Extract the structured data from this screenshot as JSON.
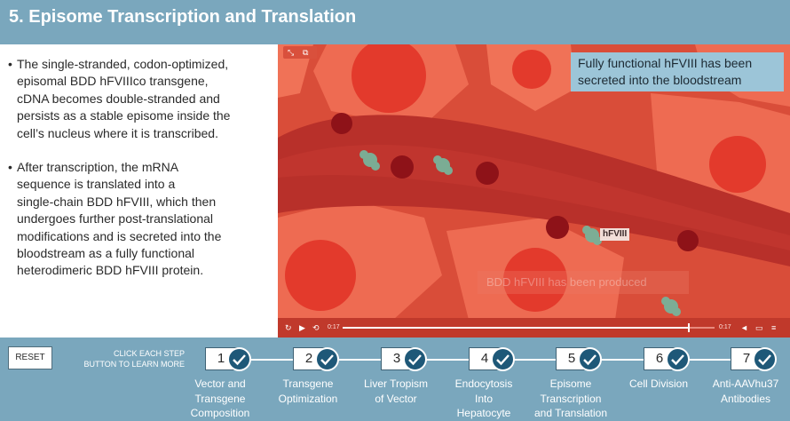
{
  "header": {
    "title": "5. Episome Transcription and Translation"
  },
  "content": {
    "bullets": [
      {
        "marker": "•",
        "lines": [
          "The single-stranded, codon-optimized,",
          "episomal BDD hFVIIIco transgene,",
          "cDNA becomes double-stranded and",
          "persists as a stable episome inside the",
          "cell’s nucleus where it is transcribed."
        ]
      },
      {
        "marker": "•",
        "lines": [
          "After transcription, the mRNA",
          "sequence is translated into a",
          "single-chain BDD hFVIII, which then",
          "undergoes further post-translational",
          "modifications and is secreted into the",
          "bloodstream as a fully functional",
          "heterodimeric BDD hFVIII protein."
        ]
      }
    ]
  },
  "video": {
    "caption": "Fully functional hFVIII has been secreted into the bloodstream",
    "protein_label": "hFVIII",
    "ghost_caption": "BDD hFVIII has been produced",
    "elapsed": "0:17",
    "duration": "0:17",
    "progress_fraction": 0.93
  },
  "controls": {
    "reset_label": "RESET",
    "hint_lines": [
      "CLICK EACH STEP",
      "BUTTON TO LEARN MORE"
    ]
  },
  "steps": [
    {
      "number": "1",
      "label_lines": [
        "Vector and",
        "Transgene",
        "Composition"
      ]
    },
    {
      "number": "2",
      "label_lines": [
        "Transgene",
        "Optimization"
      ]
    },
    {
      "number": "3",
      "label_lines": [
        "Liver Tropism",
        "of Vector"
      ]
    },
    {
      "number": "4",
      "label_lines": [
        "Endocytosis",
        "Into",
        "Hepatocyte"
      ]
    },
    {
      "number": "5",
      "label_lines": [
        "Episome",
        "Transcription",
        "and Translation"
      ]
    },
    {
      "number": "6",
      "label_lines": [
        "Cell Division"
      ]
    },
    {
      "number": "7",
      "label_lines": [
        "Anti-AAVhu37",
        "Antibodies"
      ]
    }
  ],
  "colors": {
    "header_bg": "#7aa7bd",
    "check_circle": "#1e5878",
    "caption_bg": "#9cc5d8",
    "cell_fill": "#e35b44",
    "vessel_fill": "#b8302a"
  }
}
